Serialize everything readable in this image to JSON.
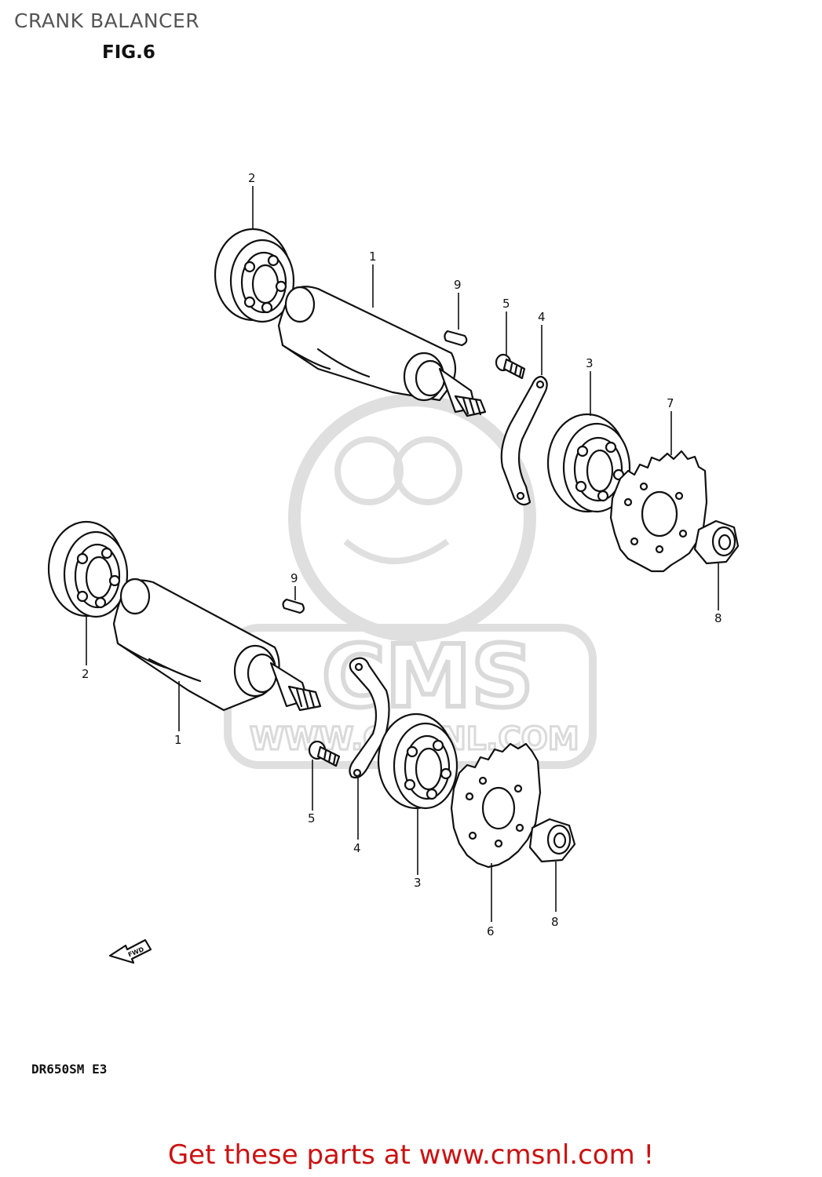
{
  "title": "CRANK BALANCER",
  "figure_label": "FIG.6",
  "model_code": "DR650SM E3",
  "footer_link": "Get these parts at www.cmsnl.com !",
  "watermark": {
    "brand": "CMS",
    "url": "WWW.CMSNL.COM"
  },
  "direction_marker": "FWD",
  "callouts": {
    "upper": {
      "c1": "1",
      "c2": "2",
      "c3": "3",
      "c4": "4",
      "c5": "5",
      "c7": "7",
      "c8": "8",
      "c9": "9"
    },
    "lower": {
      "c1": "1",
      "c2": "2",
      "c3": "3",
      "c4": "4",
      "c5": "5",
      "c6": "6",
      "c8": "8",
      "c9": "9"
    }
  },
  "colors": {
    "line": "#111111",
    "title": "#555555",
    "cta": "#cc1111",
    "watermark": "#d6d6d6"
  }
}
